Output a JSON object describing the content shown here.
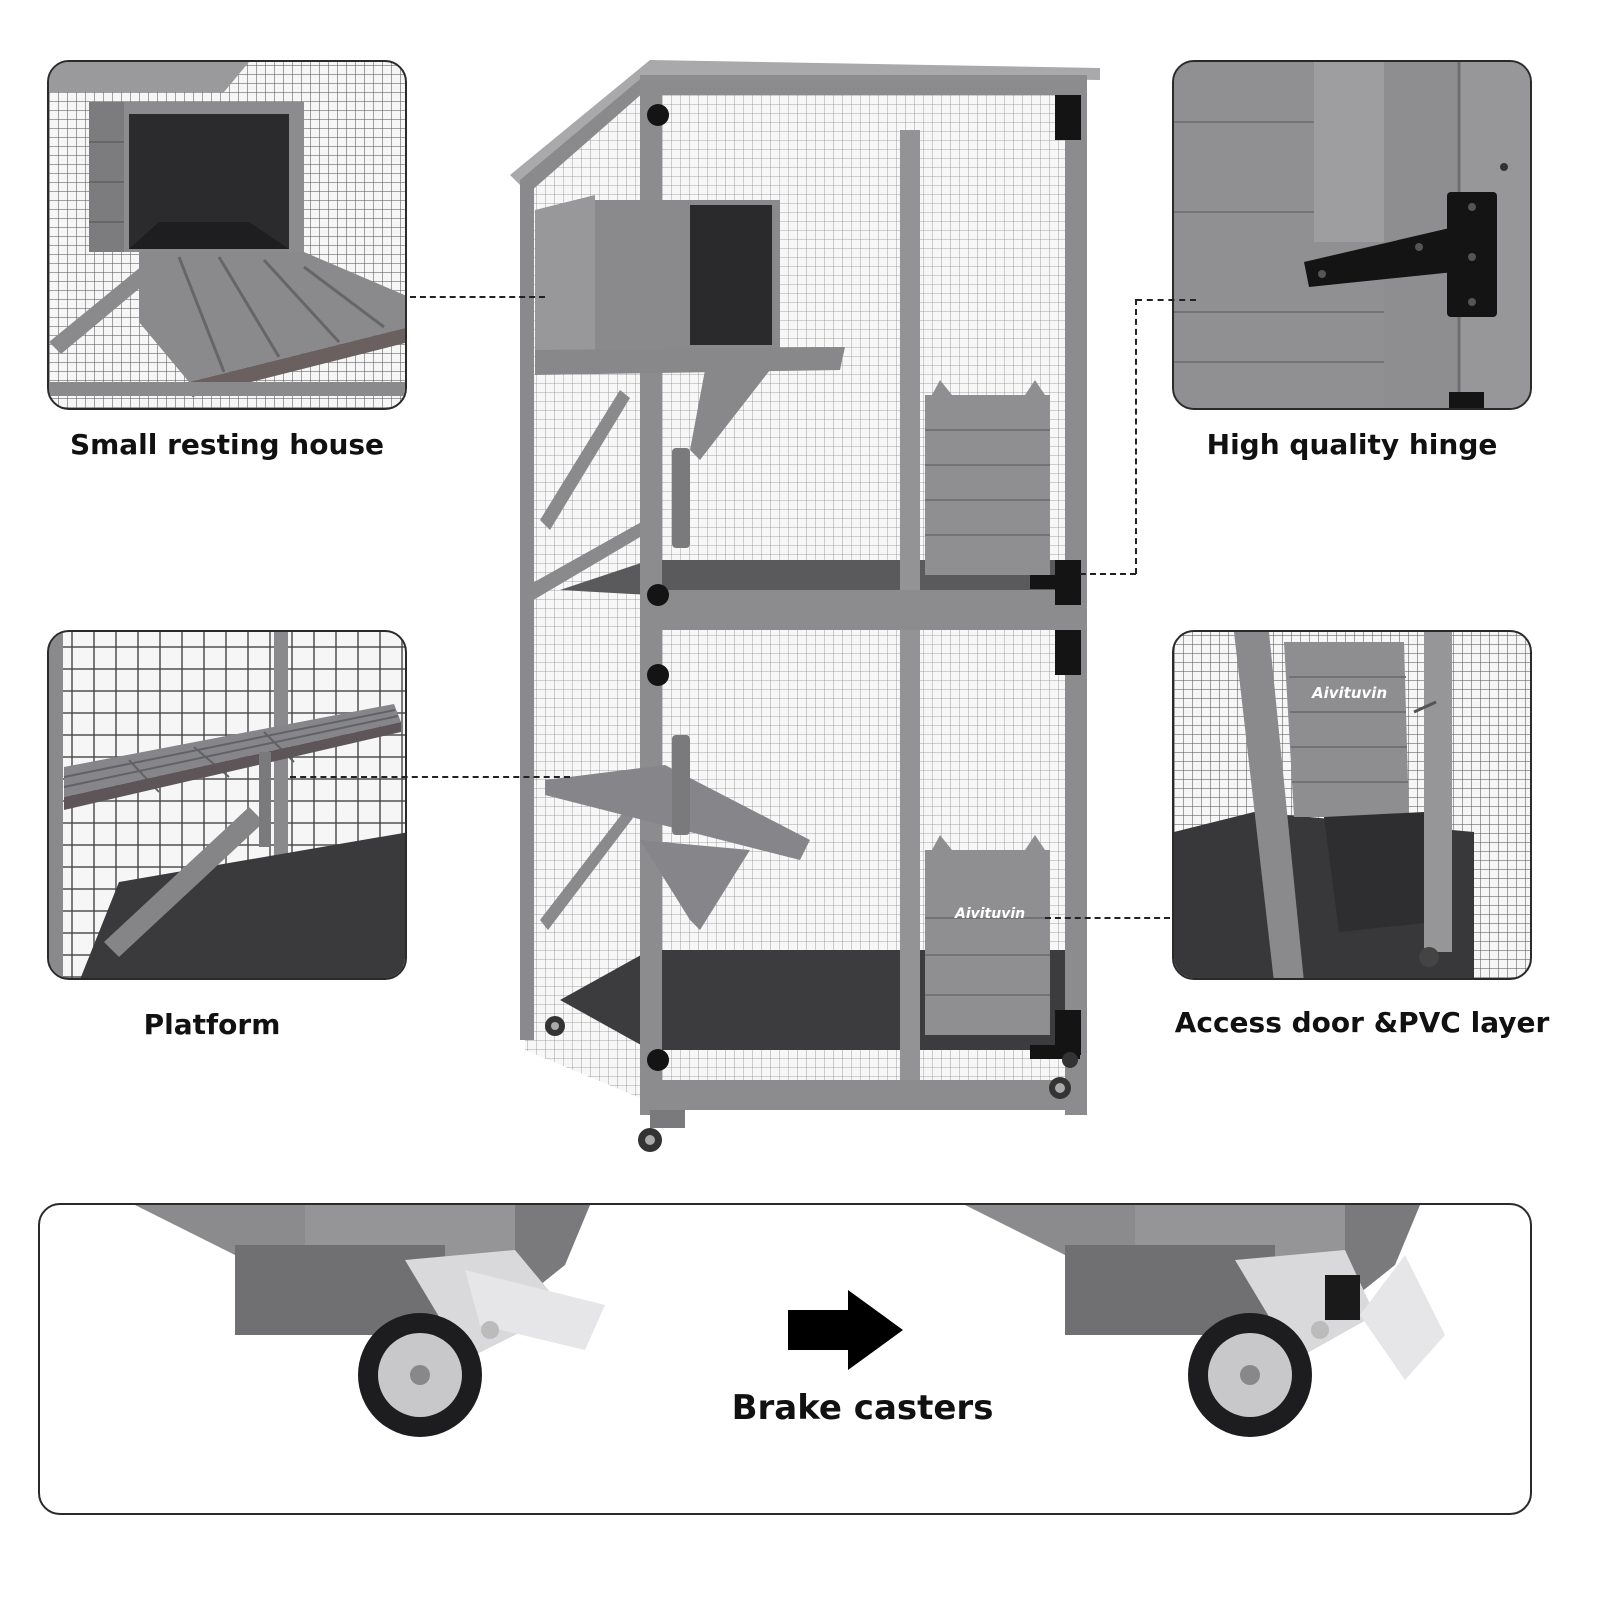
{
  "features": {
    "resting_house": {
      "label": "Small resting house"
    },
    "hinge": {
      "label": "High quality hinge"
    },
    "platform": {
      "label": "Platform"
    },
    "access_door": {
      "label": "Access door &PVC layer",
      "brand": "Aivituvin"
    },
    "casters": {
      "label": "Brake casters"
    }
  },
  "product": {
    "brand": "Aivituvin"
  },
  "icons": {
    "arrow": "arrow-right-icon"
  },
  "colors": {
    "wood": "#8c8c8e",
    "frame_border": "#2a2a2a",
    "hardware": "#141414"
  }
}
